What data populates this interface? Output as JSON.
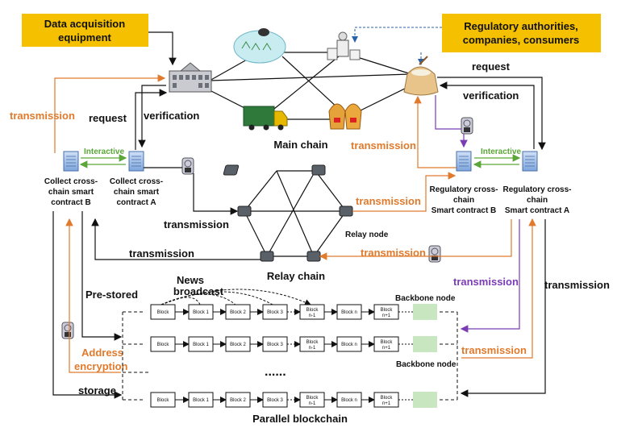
{
  "boxes": {
    "data_acq": [
      "Data acquisition",
      "equipment"
    ],
    "regulatory": [
      "Regulatory authorities,",
      "companies, consumers"
    ]
  },
  "labels": {
    "request_left": "request",
    "verification_left": "verification",
    "request_right": "request",
    "verification_right": "verification",
    "transmission_left_top": "transmission",
    "transmission_center_right": "transmission",
    "transmission_right_relay": "transmission",
    "transmission_relay_left": "transmission",
    "transmission_relay_bottom_left": "transmission",
    "transmission_relay_bottom_right": "transmission",
    "transmission_purple": "transmission",
    "transmission_far_right": "transmission",
    "transmission_bottom_orange": "transmission",
    "main_chain": "Main chain",
    "relay_chain": "Relay chain",
    "relay_node": "Relay node",
    "pre_stored": "Pre-stored",
    "news_broadcast": [
      "News",
      "broadcast"
    ],
    "interactive_left": "Interactive",
    "interactive_right": "Interactive",
    "address_encryption": [
      "Address",
      "encryption"
    ],
    "storage": "storage",
    "backbone_node_top": "Backbone node",
    "backbone_node_bottom": "Backbone node",
    "ellipsis": "......",
    "parallel_blockchain": "Parallel blockchain"
  },
  "contracts": {
    "collect_b": [
      "Collect cross-",
      "chain smart",
      "contract B"
    ],
    "collect_a": [
      "Collect cross-",
      "chain smart",
      "contract A"
    ],
    "reg_b": [
      "Regulatory cross-",
      "chain",
      "Smart contract B"
    ],
    "reg_a": [
      "Regulatory cross-",
      "chain",
      "Smart contract A"
    ]
  },
  "blocks": {
    "row1": [
      "Block",
      "Block 1",
      "Block 2",
      "Block 3",
      "Block n-1",
      "Block n",
      "Block n+1"
    ],
    "row2": [
      "Block",
      "Block 1",
      "Block 2",
      "Block 3",
      "Block n-1",
      "Block n",
      "Block n+1"
    ],
    "row3": [
      "Block",
      "Block 1",
      "Block 2",
      "Block 3",
      "Block n-1",
      "Block n",
      "Block n+1"
    ]
  },
  "colors": {
    "orange": "#e07a2c",
    "purple": "#7a3bb5",
    "green": "#5aa638",
    "yellow_box": "#f5c000",
    "blue_dash": "#2a62a8",
    "backbone": "#c8e6c0"
  },
  "icons": [
    "factory-icon",
    "truck-icon",
    "greenhouse-icon",
    "farmer-icon",
    "rice-bag-icon",
    "grain-baskets-icon",
    "document-icon",
    "lock-key-icon",
    "relay-node-icon"
  ]
}
